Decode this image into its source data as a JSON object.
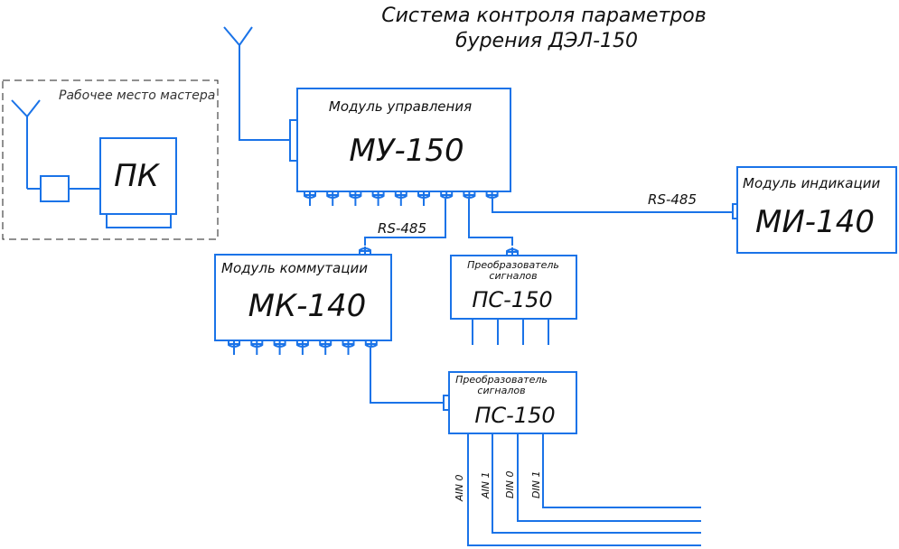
{
  "title": {
    "line1": "Система контроля параметров",
    "line2": "бурения ДЭЛ-150"
  },
  "workstation": {
    "label": "Рабочее место мастера",
    "pc_label": "ПК"
  },
  "modules": {
    "control": {
      "caption": "Модуль управления",
      "name": "МУ-150",
      "connectors": 9
    },
    "indication": {
      "caption": "Модуль индикации",
      "name": "МИ-140"
    },
    "switching": {
      "caption": "Модуль коммутации",
      "name": "МК-140",
      "connectors": 7
    },
    "converter_top": {
      "caption_line1": "Преобразователь",
      "caption_line2": "сигналов",
      "name": "ПС-150",
      "outputs": 4
    },
    "converter_bottom": {
      "caption_line1": "Преобразователь",
      "caption_line2": "сигналов",
      "name": "ПС-150"
    }
  },
  "links": {
    "bus_mk": "RS-485",
    "bus_mi": "RS-485"
  },
  "signals": [
    "AIN 0",
    "AIN 1",
    "DIN 0",
    "DIN 1"
  ],
  "colors": {
    "wire": "#1a73e8",
    "text": "#111111",
    "frame": "#222222"
  }
}
